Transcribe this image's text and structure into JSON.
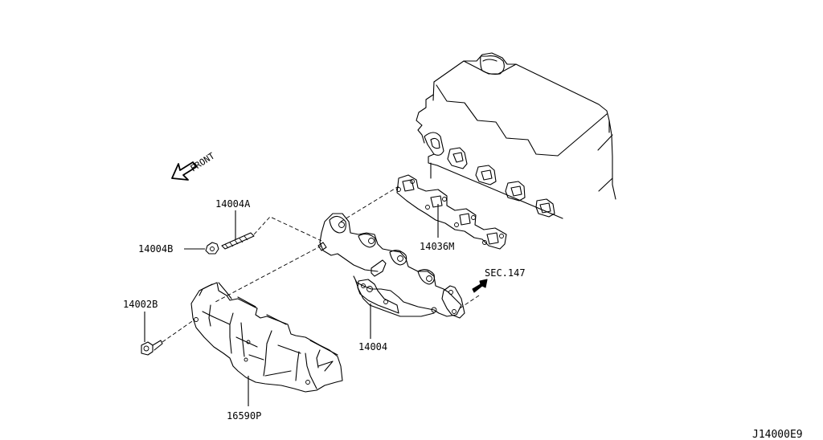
{
  "diagram": {
    "type": "exploded-parts-diagram",
    "direction_label": "FRONT",
    "diagram_code": "J14000E9",
    "section_reference": "SEC.147",
    "parts": [
      {
        "part_number": "14004A",
        "description": "stud"
      },
      {
        "part_number": "14004B",
        "description": "nut"
      },
      {
        "part_number": "14002B",
        "description": "bolt"
      },
      {
        "part_number": "14036M",
        "description": "exhaust manifold gasket"
      },
      {
        "part_number": "14004",
        "description": "exhaust manifold"
      },
      {
        "part_number": "16590P",
        "description": "heat insulator"
      }
    ]
  }
}
